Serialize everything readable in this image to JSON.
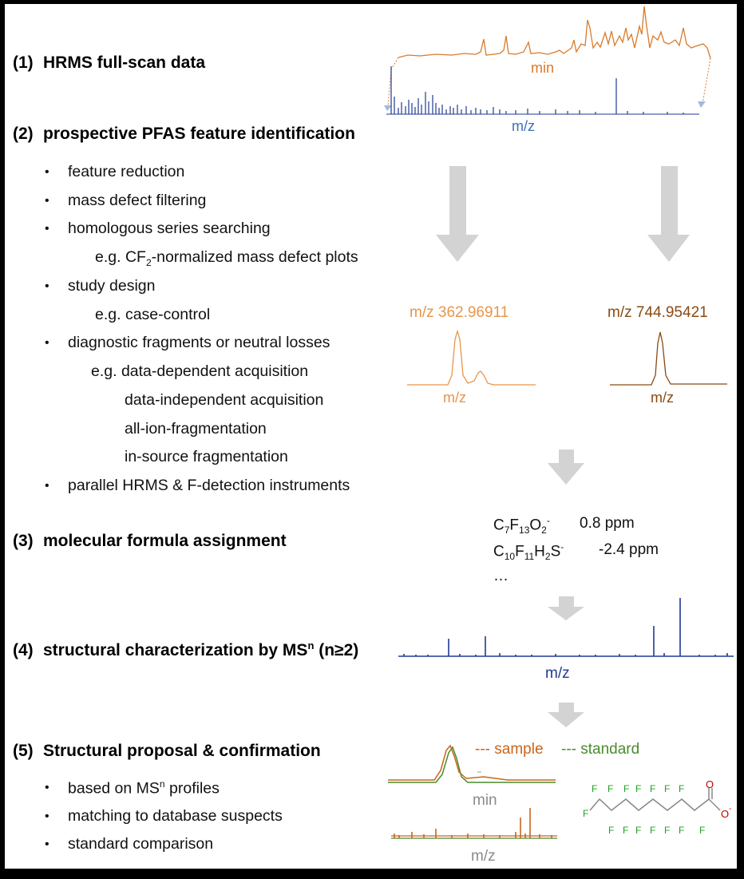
{
  "steps": [
    {
      "num": "(1)",
      "title": "HRMS full-scan data"
    },
    {
      "num": "(2)",
      "title": "prospective PFAS feature identification"
    },
    {
      "num": "(3)",
      "title": "molecular formula assignment"
    },
    {
      "num": "(4)",
      "title": "structural characterization by MS",
      "sup": "n",
      "suffix": " (n≥2)"
    },
    {
      "num": "(5)",
      "title": "Structural proposal & confirmation"
    }
  ],
  "step2_items": {
    "b1": "feature reduction",
    "b2": "mass defect filtering",
    "b3": "homologous series searching",
    "s3_pre": "e.g. CF",
    "s3_sub": "2",
    "s3_post": "-normalized mass defect plots",
    "b4": "study design",
    "s4": "e.g. case-control",
    "b5": "diagnostic fragments or neutral losses",
    "s5_1": "e.g. data-dependent acquisition",
    "s5_2": "data-independent acquisition",
    "s5_3": "all-ion-fragmentation",
    "s5_4": "in-source fragmentation",
    "b6": "parallel HRMS & F-detection instruments"
  },
  "step5_items": {
    "b1_pre": "based on MS",
    "b1_sup": "n",
    "b1_post": " profiles",
    "b2": "matching to database suspects",
    "b3": "standard comparison"
  },
  "plot_labels": {
    "min": "min",
    "mz": "m/z",
    "peak1": "m/z 362.96911",
    "peak2": "m/z 744.95421",
    "legend_sample": "--- sample",
    "legend_standard": "--- standard"
  },
  "formulas": {
    "f1_parts": [
      "C",
      "7",
      "F",
      "13",
      "O",
      "2",
      "-"
    ],
    "f1_ppm": "0.8 ppm",
    "f2_parts": [
      "C",
      "10",
      "F",
      "11",
      "H",
      "2",
      "S",
      "-"
    ],
    "f2_ppm": "-2.4 ppm",
    "more": "…"
  },
  "molecule": {
    "F": "F",
    "O": "O",
    "O_minus": "O"
  },
  "colors": {
    "chromatogram": "#d97a2b",
    "spectrum_blue": "#1f3a93",
    "peak_orange": "#e8954a",
    "peak_brown": "#8a4a12",
    "arrow_gray": "#d3d3d3",
    "sample": "#c8651b",
    "standard": "#4b8b2d",
    "fluorine_green": "#22a022",
    "oxygen_red": "#c00000"
  }
}
